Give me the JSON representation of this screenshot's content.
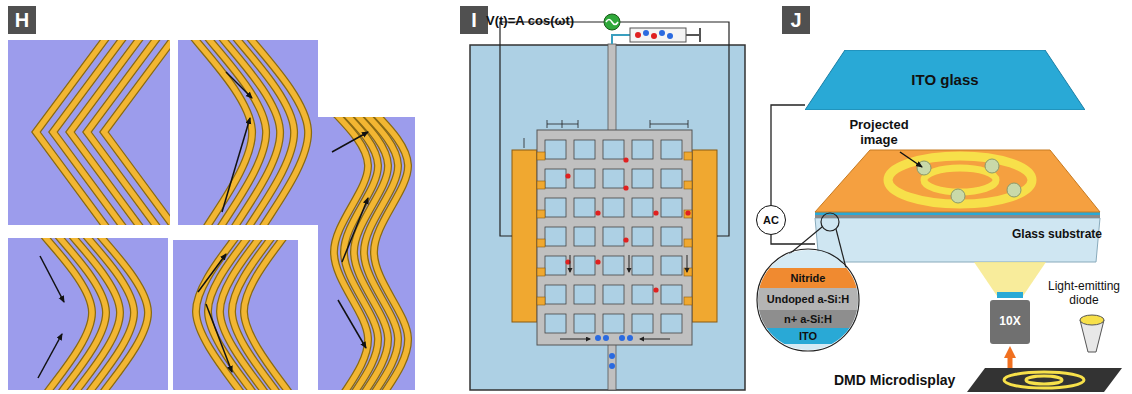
{
  "diagram": {
    "nodes": [
      {
        "text": [
          "H"
        ]
      },
      {
        "text": [
          "I"
        ]
      },
      {
        "text": [
          "J"
        ]
      },
      {
        "text": [
          "ITO glass"
        ]
      },
      {
        "text": [
          "AC"
        ]
      },
      {
        "text": [
          "Nitride"
        ]
      },
      {
        "text": [
          "Undoped a-Si:H"
        ]
      },
      {
        "text": [
          "n+ a-Si:H"
        ]
      },
      {
        "text": [
          "ITO"
        ]
      },
      {
        "text": [
          "10X"
        ]
      }
    ],
    "edges": [
      {
        "from": 4,
        "to": 3,
        "arrow": "none"
      }
    ],
    "labels": [
      "V(t)=A cos(ωt)",
      "Projected image",
      "Glass substrate",
      "Light-emitting diode",
      "DMD Microdisplay"
    ]
  }
}
